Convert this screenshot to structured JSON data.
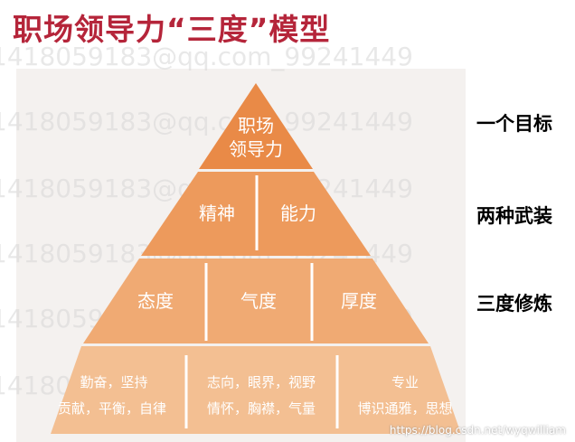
{
  "title": "职场领导力“三度”模型",
  "pyramid": {
    "apex": [
      "职场",
      "领导力"
    ],
    "tier2": [
      "精神",
      "能力"
    ],
    "tier3": [
      "态度",
      "气度",
      "厚度"
    ],
    "tier4": [
      [
        "勤奋，坚持",
        "贡献，平衡，自律"
      ],
      [
        "志向，眼界，视野",
        "情怀，胸襟，气量"
      ],
      [
        "专业",
        "博识通雅，思想"
      ]
    ]
  },
  "level_labels": [
    "一个目标",
    "两种武装",
    "三度修炼"
  ],
  "watermark": "1418059183@qq.com_99241449",
  "source_note": "https://blog.csdn.net/wyqwilliam",
  "colors": {
    "title": "#b5253a",
    "tier1": "#e98a47",
    "tier2": "#ed9a5c",
    "tier3": "#f0aa73",
    "tier4": "#f3bf92"
  }
}
